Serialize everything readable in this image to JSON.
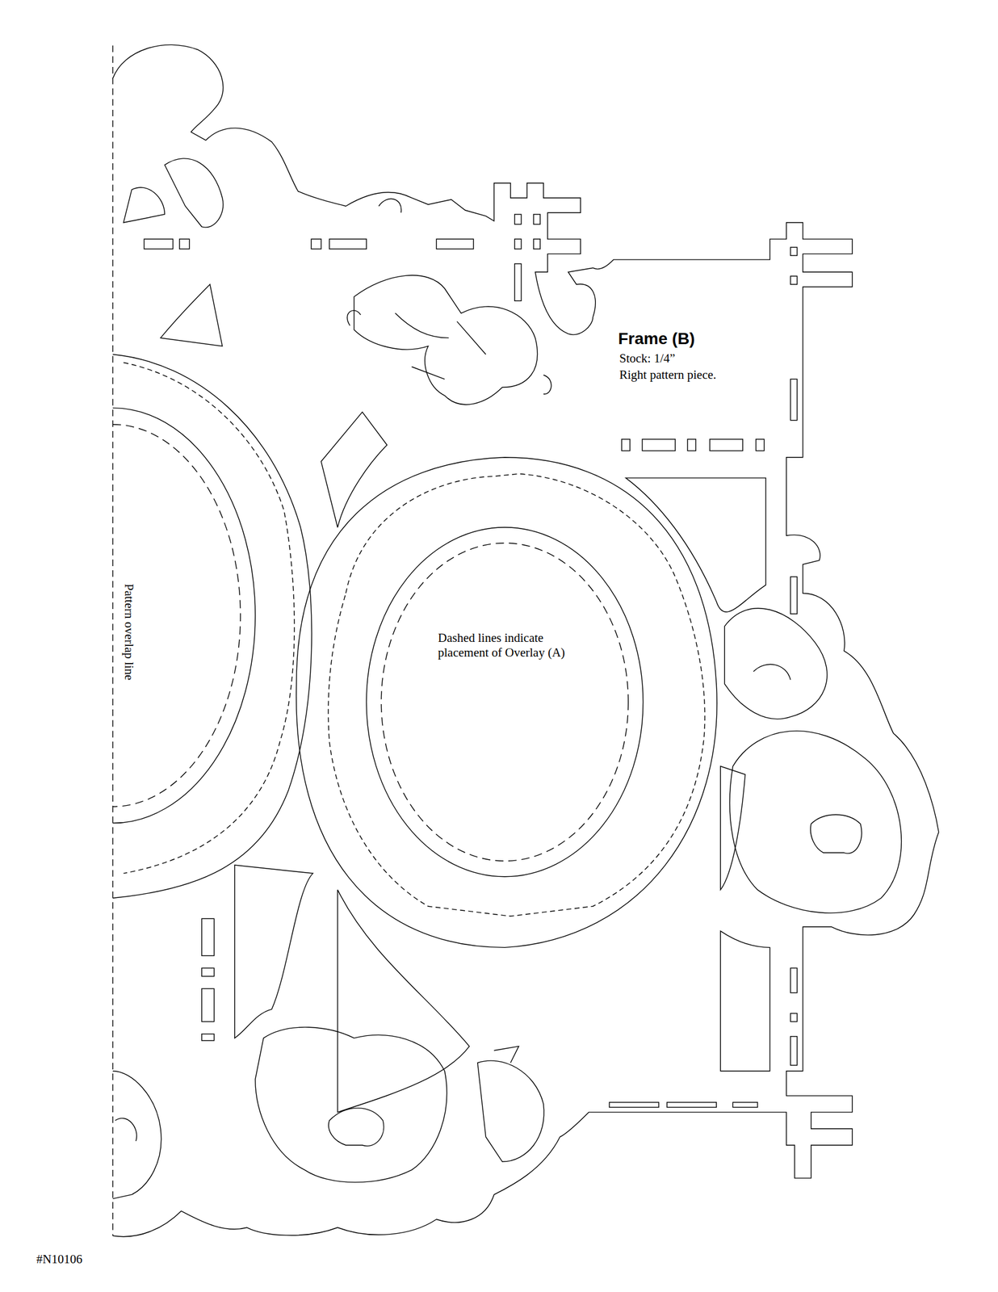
{
  "diagram": {
    "labels": [
      "Frame (B)",
      "Stock: 1/4”",
      "Right pattern piece.",
      "Pattern overlap line",
      "Dashed lines indicate placement of Overlay (A)",
      "#N10106"
    ]
  }
}
